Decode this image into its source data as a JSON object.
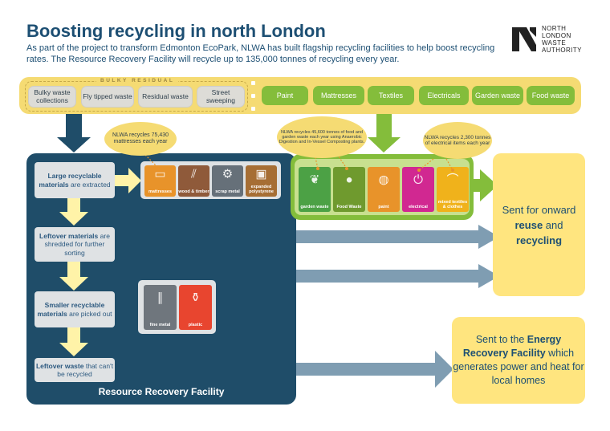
{
  "header": {
    "title": "Boosting recycling in north London",
    "subtitle": "As part of the project to transform Edmonton EcoPark, NLWA has built flagship recycling facilities to help boost recycling rates. The Resource Recovery Facility will recycle up to 135,000 tonnes of recycling every year."
  },
  "logo": {
    "lines": [
      "NORTH",
      "LONDON",
      "WASTE",
      "AUTHORITY"
    ]
  },
  "inputs": {
    "bulky_label": "BULKY RESIDUAL",
    "grey": [
      "Bulky waste collections",
      "Fly tipped waste",
      "Residual waste",
      "Street sweeping"
    ],
    "green": [
      "Paint",
      "Mattresses",
      "Textiles",
      "Electricals",
      "Garden waste",
      "Food waste"
    ]
  },
  "bubbles": {
    "mattresses": "NLWA recycles 75,430 mattresses each year",
    "food_garden": "NLWA recycles 45,600 tonnes of food and garden waste each year using Anaerobic Digestion and In-Vessel Composting plants.",
    "electrical": "NLWA recycles 2,300 tonnes of electrical items each year"
  },
  "steps": {
    "s1": {
      "bold": "Large recyclable materials",
      "text": " are extracted"
    },
    "s2": {
      "bold": "Leftover materials",
      "text": " are shredded for further sorting"
    },
    "s3": {
      "bold": "Smaller recyclable materials",
      "text": " are picked out"
    },
    "s4": {
      "bold": "Leftover waste",
      "text": " that can't be recycled"
    }
  },
  "rrf_title": "Resource Recovery Facility",
  "tiles_large": [
    {
      "label": "mattresses",
      "color": "#e8932a",
      "icon": "mattress-icon"
    },
    {
      "label": "wood & timber",
      "color": "#8f5a3a",
      "icon": "wood-icon"
    },
    {
      "label": "scrap metal",
      "color": "#667079",
      "icon": "bolt-icon"
    },
    {
      "label": "expanded polystyrene",
      "color": "#a66e34",
      "icon": "box-icon"
    }
  ],
  "tiles_small": [
    {
      "label": "fine metal",
      "color": "#6f767d",
      "icon": "paperclip-icon"
    },
    {
      "label": "plastic",
      "color": "#e8452f",
      "icon": "bottle-icon"
    }
  ],
  "tiles_green": [
    {
      "label": "garden waste",
      "color": "#4ca145",
      "icon": "leaf-icon"
    },
    {
      "label": "Food Waste",
      "color": "#6f9a2e",
      "icon": "apple-icon"
    },
    {
      "label": "paint",
      "color": "#e8932a",
      "icon": "paint-tin-icon"
    },
    {
      "label": "electrical",
      "color": "#d12891",
      "icon": "plug-icon"
    },
    {
      "label": "mixed textiles & clothes",
      "color": "#f0b21b",
      "icon": "hanger-icon"
    }
  ],
  "outputs": {
    "o1_pre": "Sent for onward ",
    "o1_b1": "reuse",
    "o1_mid": " and ",
    "o1_b2": "recycling",
    "o2_pre": "Sent to the ",
    "o2_bold": "Energy Recovery Facility",
    "o2_post": " which generates power and heat for local homes"
  },
  "colors": {
    "navy": "#1f4d69",
    "steel_arrow": "#7f9db2",
    "yellow": "#f5db73",
    "green": "#84bd3b",
    "pale_yellow": "#fff3a8",
    "title_blue": "#1d4f73"
  }
}
